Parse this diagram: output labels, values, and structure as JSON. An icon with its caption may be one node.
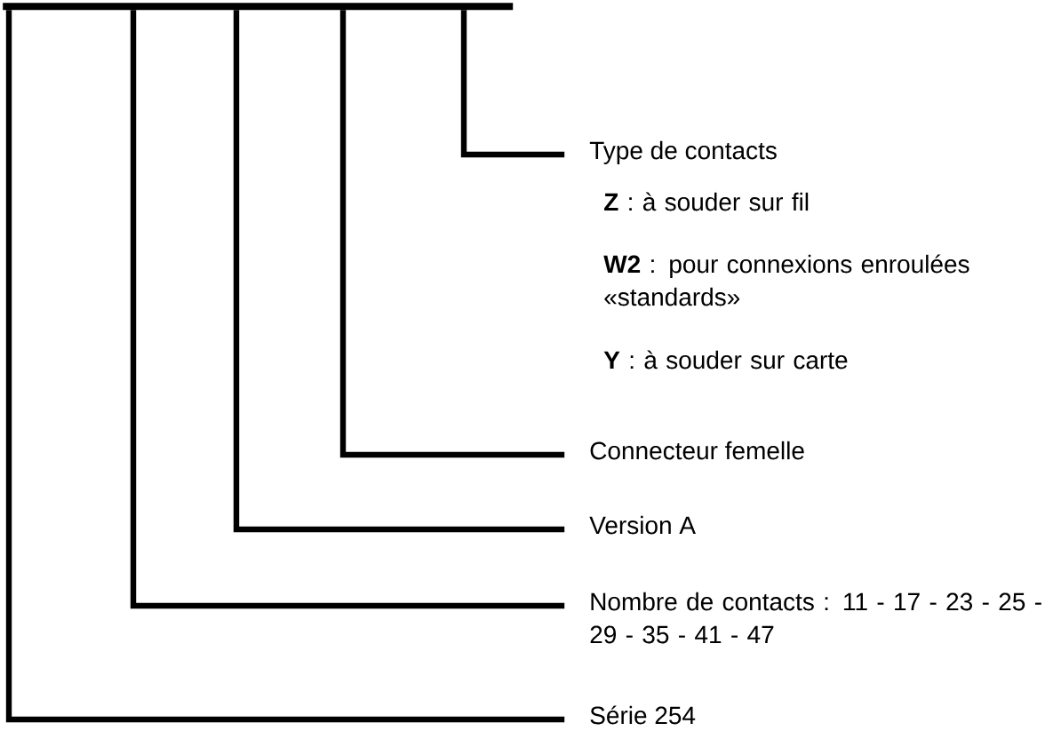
{
  "diagram": {
    "nodes": [
      {
        "text": [],
        "shape": "bar"
      },
      {
        "text": [
          "Type de contacts"
        ]
      },
      {
        "text": [
          "Connecteur femelle"
        ]
      },
      {
        "text": [
          "Version A"
        ]
      },
      {
        "text": [
          "Nombre de contacts : 11 - 17 - 23 - 25 - 29 - 35 - 41 - 47"
        ]
      },
      {
        "text": [
          "Série 254"
        ]
      }
    ],
    "edges": [
      {
        "from": 1,
        "to": 0,
        "arrow": "none"
      },
      {
        "from": 2,
        "to": 0,
        "arrow": "none"
      },
      {
        "from": 3,
        "to": 0,
        "arrow": "none"
      },
      {
        "from": 4,
        "to": 0,
        "arrow": "none"
      },
      {
        "from": 5,
        "to": 0,
        "arrow": "none"
      }
    ],
    "labels": [
      "**Z** : à souder sur fil",
      "**W2** : pour connexions enroulées «standards»",
      "**Y** : à souder sur carte"
    ]
  }
}
